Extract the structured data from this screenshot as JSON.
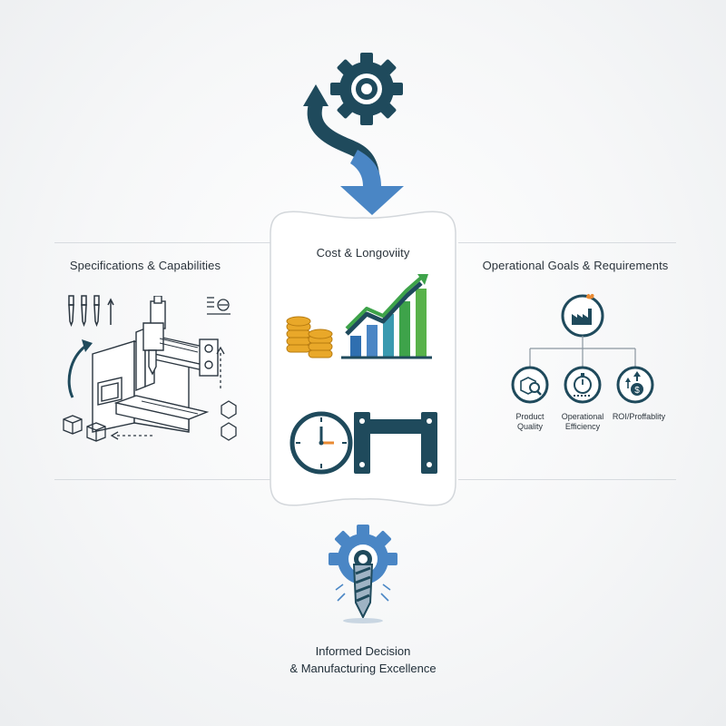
{
  "colors": {
    "dark_teal": "#1f4a5c",
    "blue": "#4a86c5",
    "gold": "#e9a829",
    "green": "#3ea34a",
    "orange": "#e98a33",
    "light_gray": "#d7dbdf"
  },
  "top": {
    "icons": [
      "gear-icon",
      "curved-arrow-down-icon"
    ]
  },
  "center": {
    "title": "Cost & Longoviity",
    "icons": [
      "coin-stacks-icon",
      "rising-bar-chart-icon",
      "clock-icon",
      "machine-frame-icon"
    ]
  },
  "left": {
    "title": "Specifications & Capabilities",
    "icons": [
      "drill-bits-icon",
      "cnc-machine-icon",
      "cube-icon",
      "hexagon-icon",
      "cycle-arrow-icon"
    ]
  },
  "right": {
    "title": "Operational Goals & Requirements",
    "root_icon": "factory-icon",
    "branches": [
      {
        "label": "Product Quality",
        "icon": "quality-inspection-icon"
      },
      {
        "label": "Operational Efficiency",
        "icon": "stopwatch-icon"
      },
      {
        "label": "ROI/Proffablity",
        "icon": "dollar-growth-icon"
      }
    ]
  },
  "bottom": {
    "line1": "Informed Decision",
    "line2": "& Manufacturing Excellence",
    "icon": "gear-drill-icon"
  }
}
